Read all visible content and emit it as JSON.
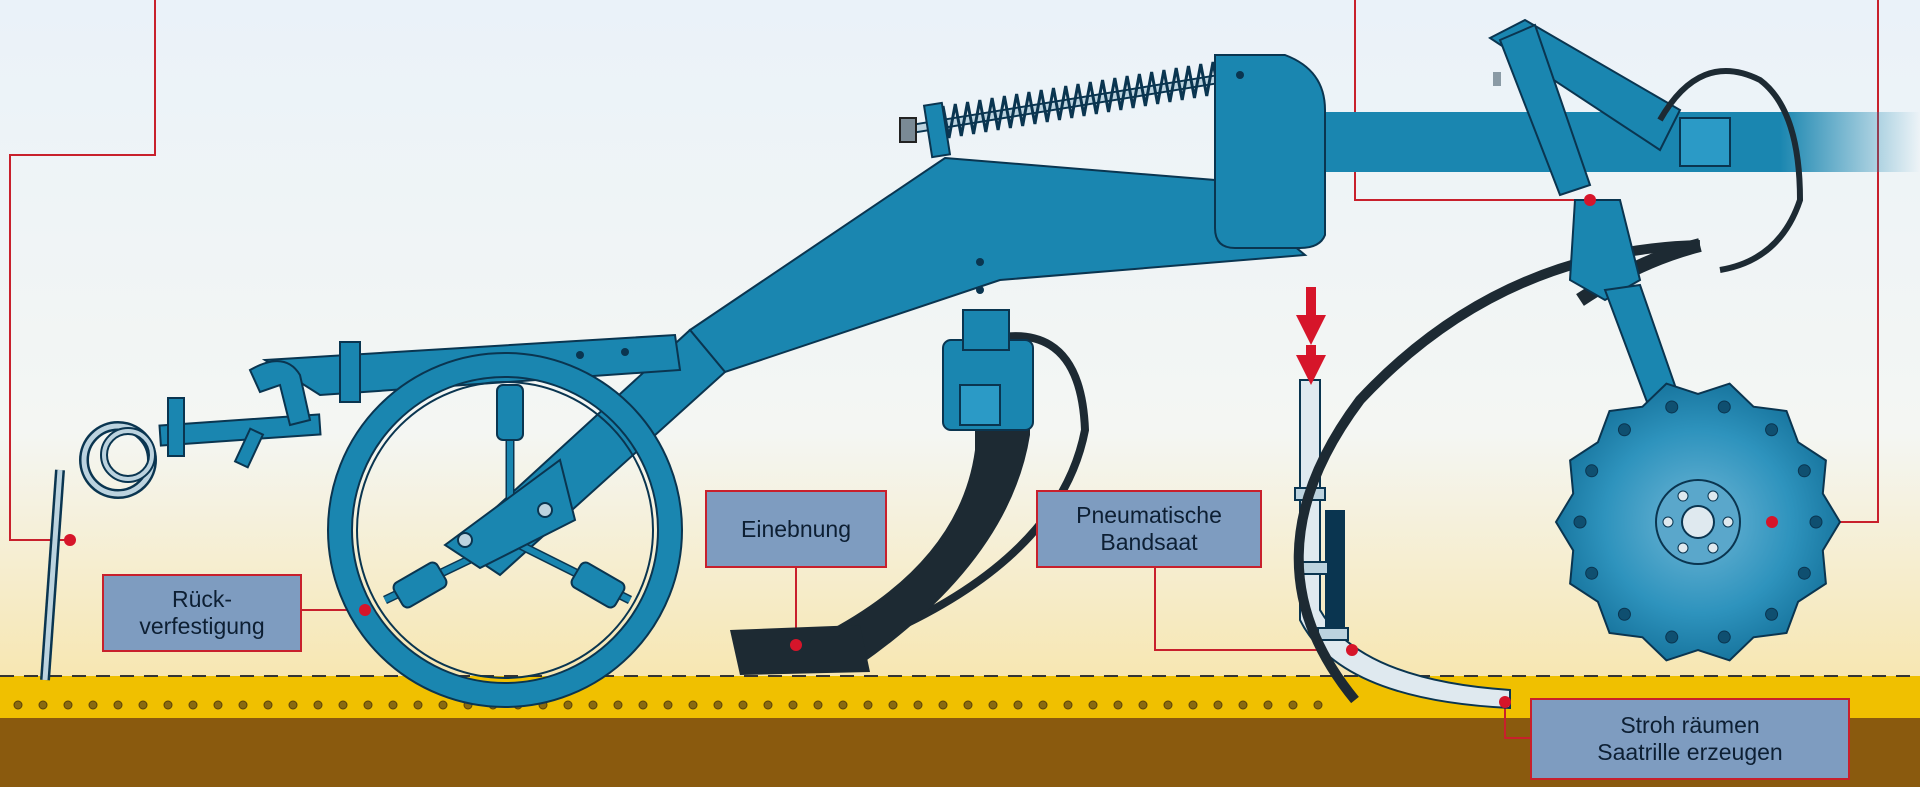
{
  "labels": {
    "rueck": {
      "line1": "Rück-",
      "line2": "verfestigung"
    },
    "einebnung": {
      "line1": "Einebnung"
    },
    "bandsaat": {
      "line1": "Pneumatische",
      "line2": "Bandsaat"
    },
    "stroh": {
      "line1": "Stroh räumen",
      "line2": "Saatrille erzeugen"
    }
  },
  "colors": {
    "machine": "#1a86b0",
    "machine_dark": "#0f5f82",
    "outline": "#0a3550",
    "label_fill": "#7e9cc0",
    "leader": "#c8202c",
    "soil_top": "#f2c200",
    "soil": "#8a5a0e",
    "sky": "#e8f1f8",
    "ground_glow": "#f6e3a6"
  },
  "icons": {
    "arrow": "down-arrow-icon",
    "marker": "red-dot-marker"
  }
}
